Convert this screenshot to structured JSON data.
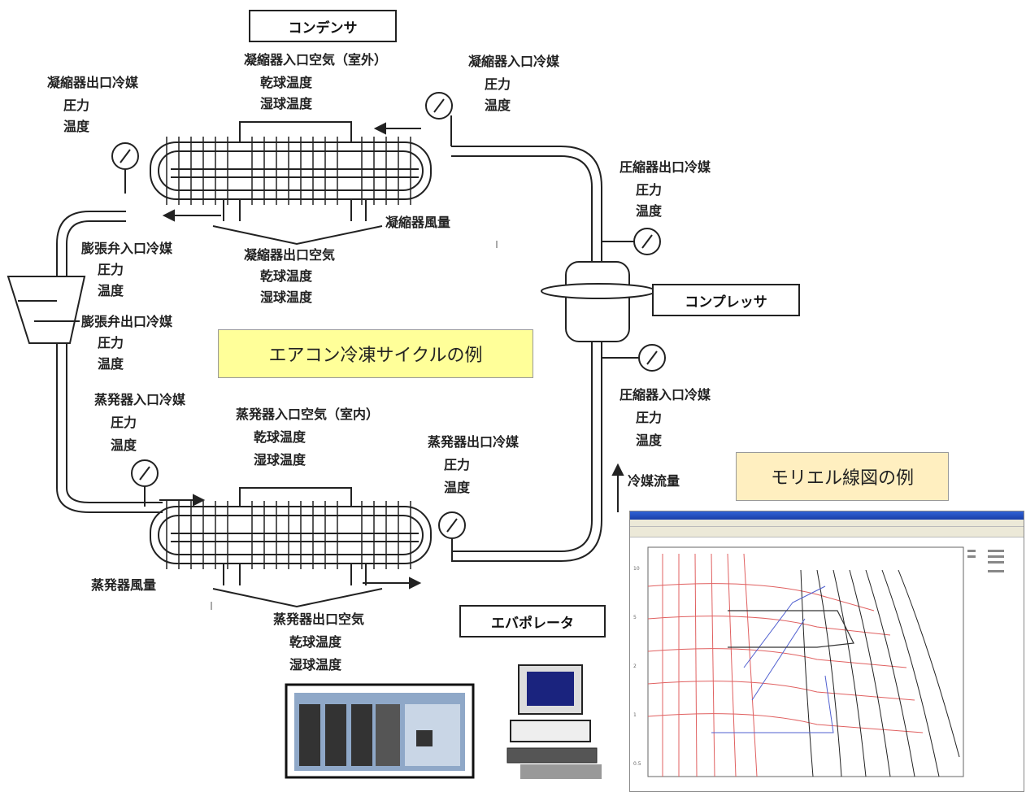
{
  "boxes": {
    "condenser": "コンデンサ",
    "compressor": "コンプレッサ",
    "evaporator": "エバポレータ"
  },
  "notes": {
    "cycle": "エアコン冷凍サイクルの例",
    "mollier": "モリエル線図の例"
  },
  "labels": {
    "cond_in_air": [
      "凝縮器入口空気（室外）",
      "乾球温度",
      "湿球温度"
    ],
    "cond_in_ref": [
      "凝縮器入口冷媒",
      "圧力",
      "温度"
    ],
    "cond_out_ref": [
      "凝縮器出口冷媒",
      "圧力",
      "温度"
    ],
    "comp_out_ref": [
      "圧縮器出口冷媒",
      "圧力",
      "温度"
    ],
    "cond_airflow": "凝縮器風量",
    "cond_out_air": [
      "凝縮器出口空気",
      "乾球温度",
      "湿球温度"
    ],
    "exp_in_ref": [
      "膨張弁入口冷媒",
      "圧力",
      "温度"
    ],
    "exp_out_ref": [
      "膨張弁出口冷媒",
      "圧力",
      "温度"
    ],
    "comp_in_ref": [
      "圧縮器入口冷媒",
      "圧力",
      "温度"
    ],
    "evap_in_ref": [
      "蒸発器入口冷媒",
      "圧力",
      "温度"
    ],
    "evap_in_air": [
      "蒸発器入口空気（室内）",
      "乾球温度",
      "湿球温度"
    ],
    "evap_out_ref": [
      "蒸発器出口冷媒",
      "圧力",
      "温度"
    ],
    "ref_flow": "冷媒流量",
    "evap_airflow": "蒸発器風量",
    "evap_out_air": [
      "蒸発器出口空気",
      "乾球温度",
      "湿球温度"
    ]
  }
}
